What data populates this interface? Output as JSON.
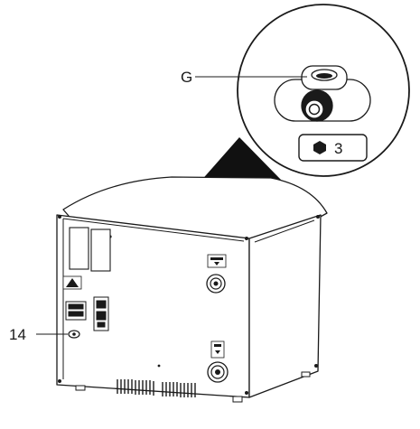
{
  "callouts": {
    "label_g": "G",
    "label_14": "14"
  },
  "tool_badge": {
    "icon": "hexagon-icon",
    "size": "3"
  },
  "colors": {
    "line": "#1a1a1a",
    "hatch": "#111111",
    "background": "#ffffff"
  }
}
